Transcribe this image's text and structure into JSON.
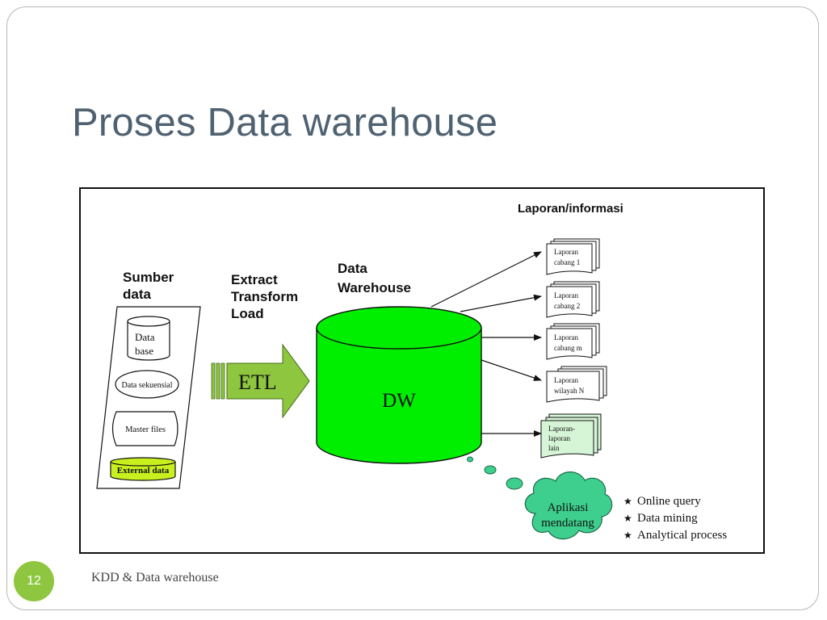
{
  "slide": {
    "title": "Proses Data warehouse",
    "page_number": "12",
    "footer": "KDD & Data warehouse"
  },
  "diagram": {
    "sources_heading": [
      "Sumber",
      "data"
    ],
    "etl_heading": [
      "Extract",
      "Transform",
      "Load"
    ],
    "dw_heading": [
      "Data",
      "Warehouse"
    ],
    "reports_heading": "Laporan/informasi",
    "sources": {
      "database": [
        "Data",
        "base"
      ],
      "sequential": "Data sekuensial",
      "master": "Master files",
      "external": "External data"
    },
    "etl_label": "ETL",
    "dw_label": "DW",
    "reports": [
      [
        "Laporan",
        "cabang 1"
      ],
      [
        "Laporan",
        "cabang 2"
      ],
      [
        "Laporan",
        "cabang m"
      ],
      [
        "Laporan",
        "wilayah N"
      ],
      [
        "Laporan-",
        "laporan",
        "lain"
      ]
    ],
    "future_apps": [
      "Aplikasi",
      "mendatang"
    ],
    "features": [
      "Online query",
      "Data mining",
      "Analytical process"
    ],
    "colors": {
      "cylinder": "#00ee00",
      "etl_arrow": "#8ec63f",
      "external_data": "#c8f01e",
      "cloud": "#3ecf8e",
      "future_report": "#d6f5d6",
      "title_text": "#4f6272",
      "page_badge": "#8ec63f"
    }
  }
}
